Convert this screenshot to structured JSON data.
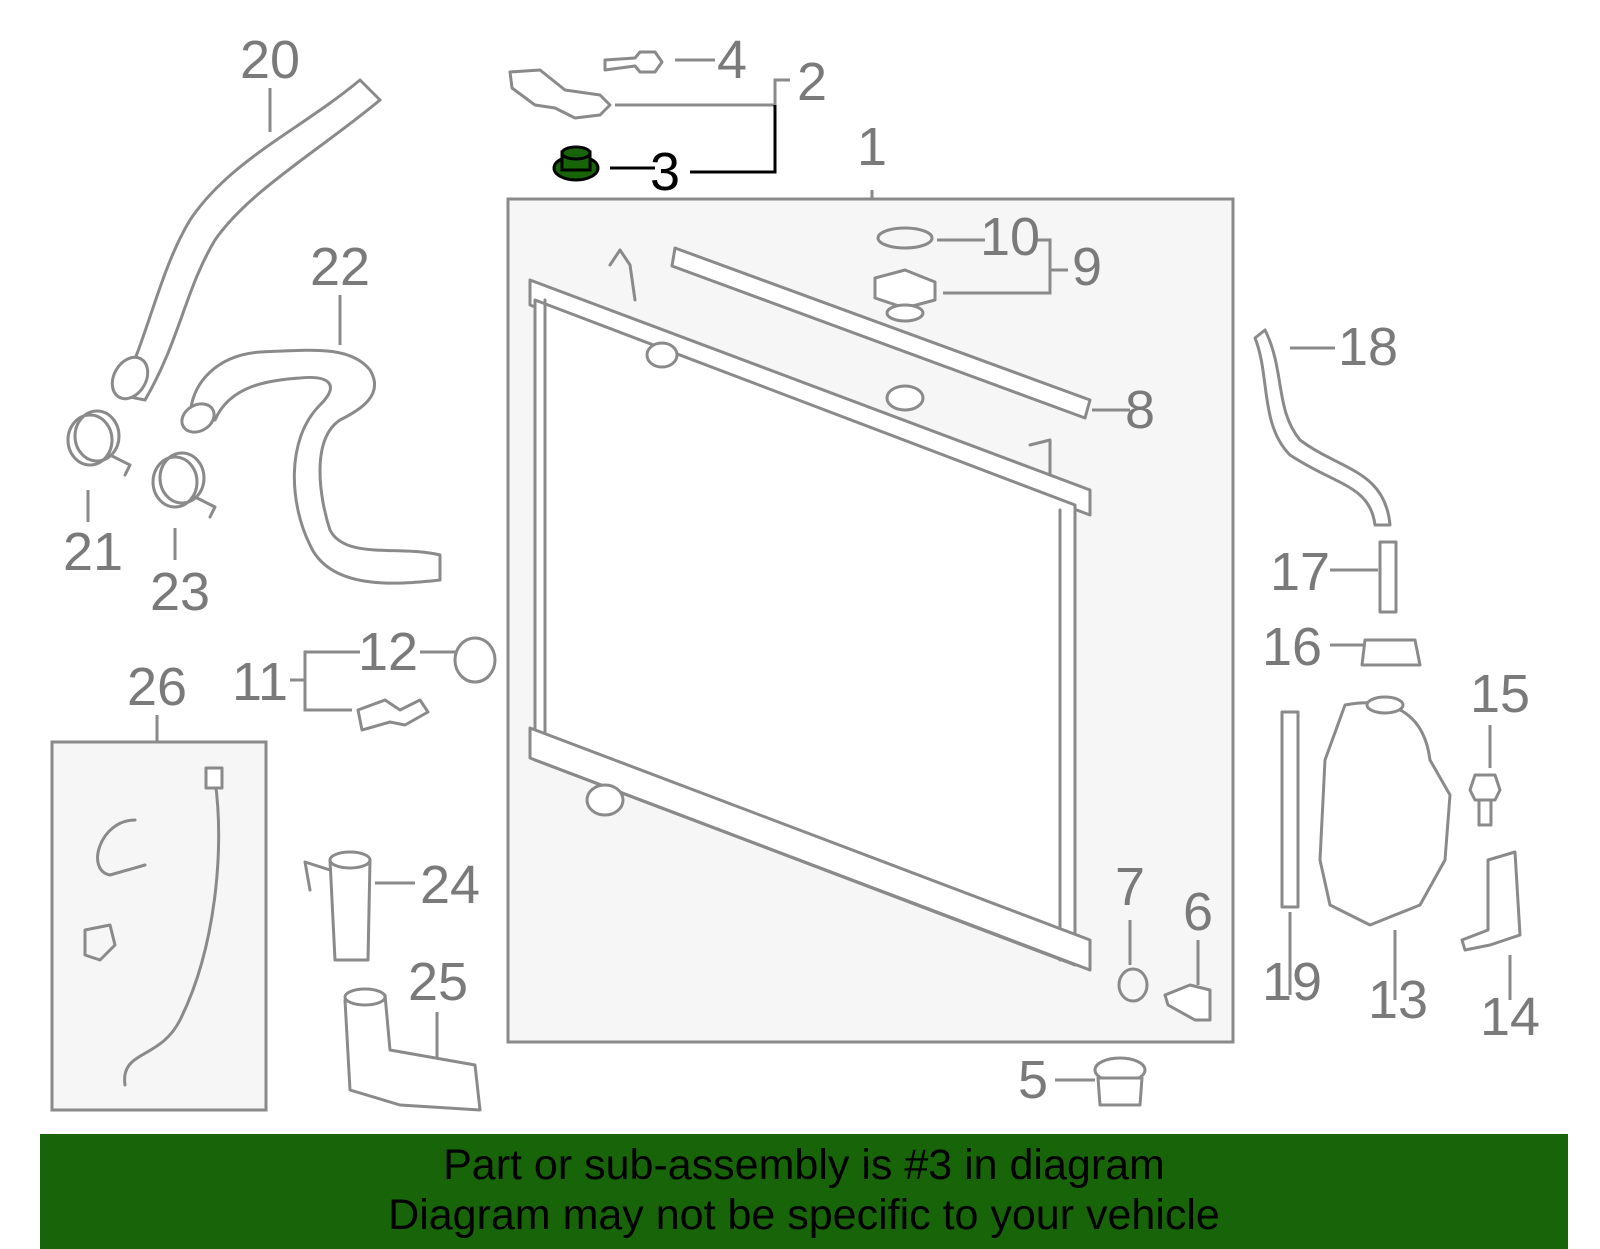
{
  "callouts": {
    "c1": "1",
    "c2": "2",
    "c3": "3",
    "c4": "4",
    "c5": "5",
    "c6": "6",
    "c7": "7",
    "c8": "8",
    "c9": "9",
    "c10": "10",
    "c11": "11",
    "c12": "12",
    "c13": "13",
    "c14": "14",
    "c15": "15",
    "c16": "16",
    "c17": "17",
    "c18": "18",
    "c19": "19",
    "c20": "20",
    "c21": "21",
    "c22": "22",
    "c23": "23",
    "c24": "24",
    "c25": "25",
    "c26": "26"
  },
  "highlight": {
    "part_number": "3",
    "color": "#176508"
  },
  "banner": {
    "line1": "Part or sub-assembly is #3 in diagram",
    "line2": "Diagram may not be specific to your vehicle",
    "background": "#176508"
  }
}
